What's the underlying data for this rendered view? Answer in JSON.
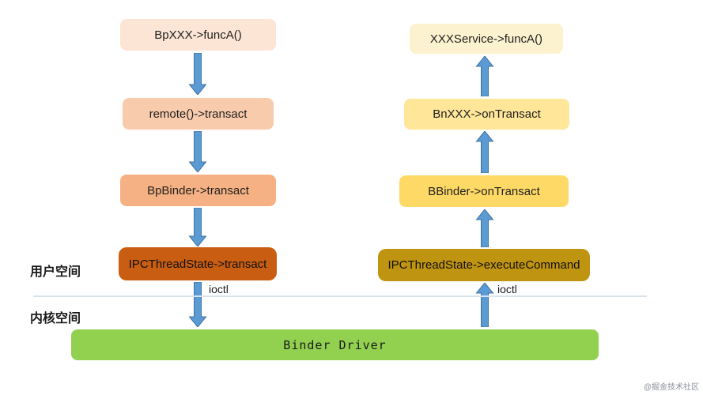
{
  "left_flow": {
    "boxes": [
      {
        "label": "BpXXX->funcA()",
        "color": "#fce5d5"
      },
      {
        "label": "remote()->transact",
        "color": "#f9cbad"
      },
      {
        "label": "BpBinder->transact",
        "color": "#f5b183"
      },
      {
        "label": "IPCThreadState->transact",
        "color": "#c95e12"
      }
    ],
    "ioctl_label": "ioctl"
  },
  "right_flow": {
    "boxes": [
      {
        "label": "XXXService->funcA()",
        "color": "#fdf2cf"
      },
      {
        "label": "BnXXX->onTransact",
        "color": "#ffe699"
      },
      {
        "label": "BBinder->onTransact",
        "color": "#fed966"
      },
      {
        "label": "IPCThreadState->executeCommand",
        "color": "#bf9410"
      }
    ],
    "ioctl_label": "ioctl"
  },
  "kernel": {
    "binder_driver_label": "Binder Driver",
    "color": "#92d050"
  },
  "labels": {
    "user_space": "用户空间",
    "kernel_space": "内核空间"
  },
  "watermark": "@掘金技术社区",
  "colors": {
    "arrow_fill": "#5b9bd5",
    "arrow_stroke": "#41719c",
    "divider": "#d7e3ee",
    "background": "#ffffff"
  }
}
